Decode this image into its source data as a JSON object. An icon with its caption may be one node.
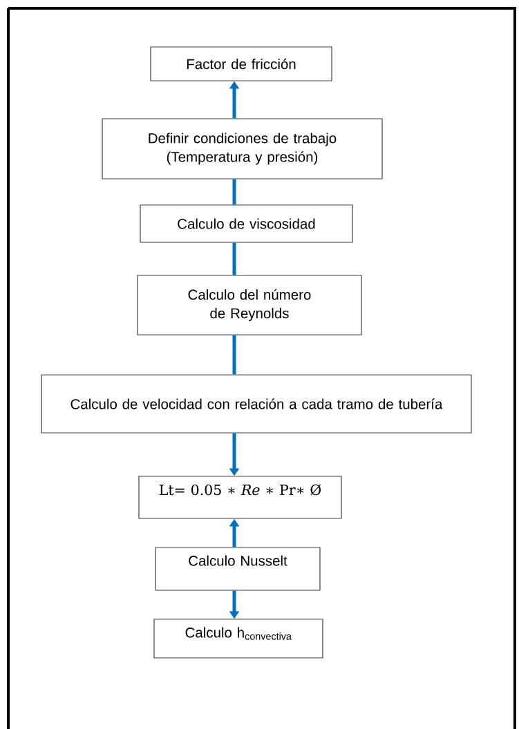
{
  "diagram": {
    "nodes": [
      {
        "text": [
          "Factor de fricción"
        ]
      },
      {
        "text": [
          "Definir condiciones de trabajo (Temperatura y presión)"
        ]
      },
      {
        "text": [
          "Calculo de viscosidad"
        ]
      },
      {
        "text": [
          "Calculo del número de Reynolds"
        ]
      },
      {
        "text": [
          "Calculo de velocidad con relación a cada tramo de tubería"
        ]
      },
      {
        "text": [
          "Lt= 0.05 ∗ *Re* ∗ Pr∗ Ø"
        ]
      },
      {
        "text": [
          "Calculo Nusselt"
        ]
      },
      {
        "text": [
          "\\mathrm{Calculo\\ h_{convectiva}}"
        ]
      }
    ],
    "edges": [
      {
        "from": 1,
        "to": 0,
        "arrow": "to"
      },
      {
        "from": 1,
        "to": 2,
        "arrow": "none"
      },
      {
        "from": 2,
        "to": 3,
        "arrow": "none"
      },
      {
        "from": 3,
        "to": 4,
        "arrow": "none"
      },
      {
        "from": 4,
        "to": 5,
        "arrow": "to"
      },
      {
        "from": 6,
        "to": 5,
        "arrow": "to"
      },
      {
        "from": 6,
        "to": 7,
        "arrow": "to"
      }
    ]
  }
}
